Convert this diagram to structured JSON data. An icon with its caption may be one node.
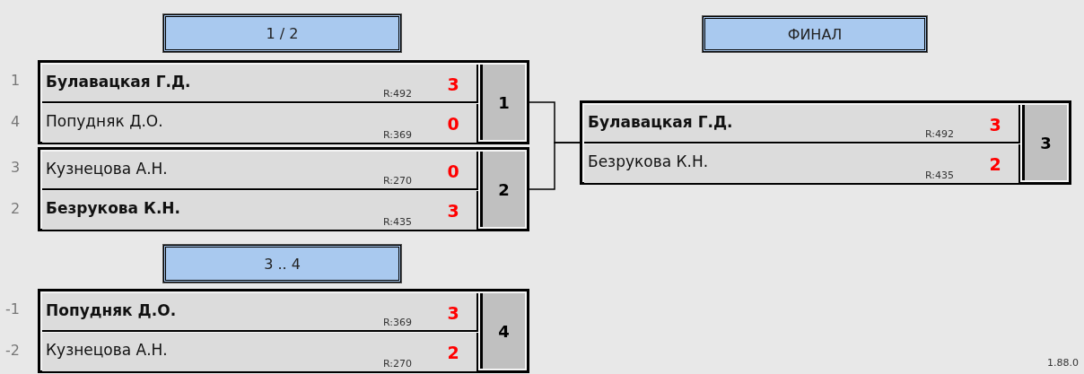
{
  "diagram": {
    "nodes": [
      {
        "text": [
          "1 / 2"
        ]
      },
      {
        "text": [
          "ФИНАЛ"
        ]
      },
      {
        "text": [
          "1"
        ]
      },
      {
        "text": [
          "Булавацкая Г.Д.",
          "R:492",
          "3"
        ],
        "beside": [
          "1"
        ],
        "in": 2
      },
      {
        "text": [
          "Попудняк Д.О.",
          "R:369",
          "0"
        ],
        "beside": [
          "4"
        ],
        "in": 2
      },
      {
        "text": [
          "2"
        ]
      },
      {
        "text": [
          "Кузнецова А.Н.",
          "R:270",
          "0"
        ],
        "beside": [
          "3"
        ],
        "in": 5
      },
      {
        "text": [
          "Безрукова К.Н.",
          "R:435",
          "3"
        ],
        "beside": [
          "2"
        ],
        "in": 5
      },
      {
        "text": [
          "3"
        ]
      },
      {
        "text": [
          "Булавацкая Г.Д.",
          "R:492",
          "3"
        ],
        "in": 8
      },
      {
        "text": [
          "Безрукова К.Н.",
          "R:435",
          "2"
        ],
        "in": 8
      },
      {
        "text": [
          "3 .. 4"
        ]
      },
      {
        "text": [
          "4"
        ]
      },
      {
        "text": [
          "Попудняк Д.О.",
          "R:369",
          "3"
        ],
        "beside": [
          "-1"
        ],
        "in": 12
      },
      {
        "text": [
          "Кузнецова А.Н.",
          "R:270",
          "2"
        ],
        "beside": [
          "-2"
        ],
        "in": 12
      }
    ],
    "edges": [
      {
        "from": 2,
        "to": 8,
        "arrow": "none"
      },
      {
        "from": 5,
        "to": 8,
        "arrow": "none"
      }
    ],
    "labels": [
      "1.88.0"
    ]
  }
}
